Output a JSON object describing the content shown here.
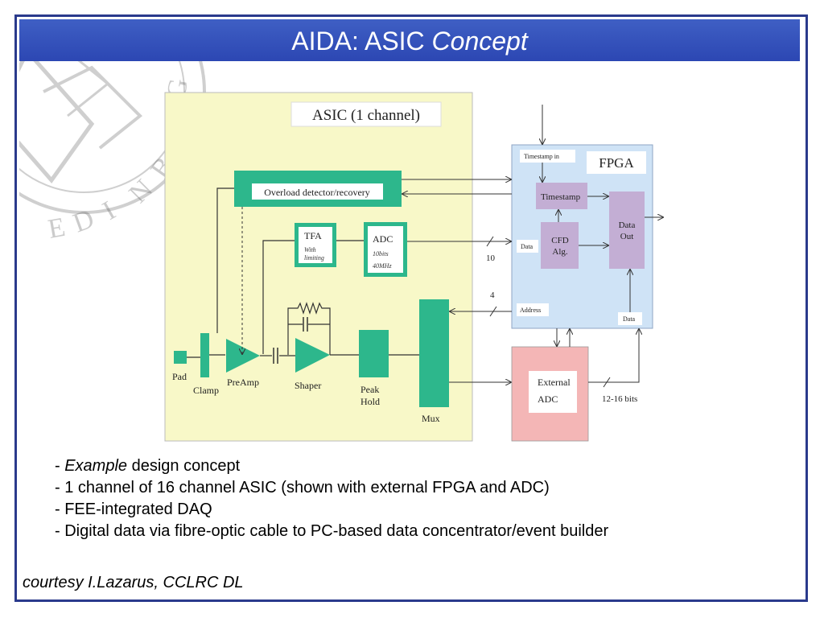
{
  "slide": {
    "title_main": "AIDA: ASIC ",
    "title_italic": "Concept"
  },
  "diagram": {
    "asic_label": "ASIC (1 channel)",
    "fpga_label": "FPGA",
    "overload_label": "Overload detector/recovery",
    "tfa_label": "TFA",
    "tfa_sub1": "With",
    "tfa_sub2": "limiting",
    "adc_label": "ADC",
    "adc_sub1": "10bits",
    "adc_sub2": "40MHz",
    "pad_label": "Pad",
    "clamp_label": "Clamp",
    "preamp_label": "PreAmp",
    "shaper_label": "Shaper",
    "peak_hold_1": "Peak",
    "peak_hold_2": "Hold",
    "mux_label": "Mux",
    "timestamp_in_label": "Timestamp in",
    "timestamp_label": "Timestamp",
    "cfd_1": "CFD",
    "cfd_2": "Alg.",
    "data_out_1": "Data",
    "data_out_2": "Out",
    "data_label_fpga": "Data",
    "address_label": "Address",
    "data_label_bottom": "Data",
    "bus_10": "10",
    "bus_4": "4",
    "ext_adc_1": "External",
    "ext_adc_2": "ADC",
    "bits_label": "12-16 bits"
  },
  "seal_letters": "EDINBURGH",
  "bullets": [
    {
      "prefix": "- ",
      "italic": "Example",
      "rest": " design concept"
    },
    {
      "text": "- 1 channel of 16 channel ASIC (shown with external FPGA and ADC)"
    },
    {
      "text": "- FEE-integrated DAQ"
    },
    {
      "text": "- Digital data via fibre-optic cable to PC-based data concentrator/event builder"
    }
  ],
  "credit": "courtesy I.Lazarus, CCLRC DL",
  "colors": {
    "title_bar": "#3552bb",
    "asic_bg": "#f8f8c8",
    "green_block": "#2db78c",
    "fpga_bg": "#cfe3f6",
    "fpga_block": "#c3aed4",
    "ext_adc_bg": "#f4b6b6"
  }
}
